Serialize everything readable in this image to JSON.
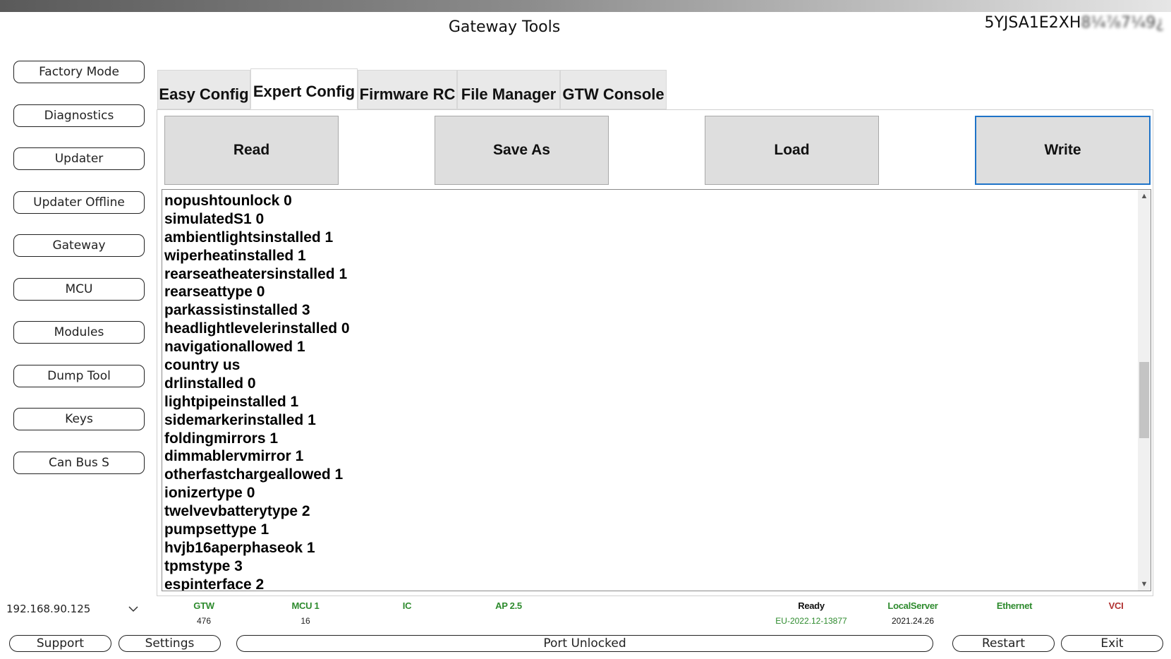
{
  "app": {
    "title": "Gateway Tools",
    "vin_visible": "5YJSA1E2XH",
    "vin_obscured": "8¼⅞7¼9¿"
  },
  "sidebar": {
    "items": [
      {
        "label": "Factory Mode"
      },
      {
        "label": "Diagnostics"
      },
      {
        "label": "Updater"
      },
      {
        "label": "Updater Offline"
      },
      {
        "label": "Gateway"
      },
      {
        "label": "MCU"
      },
      {
        "label": "Modules"
      },
      {
        "label": "Dump Tool"
      },
      {
        "label": "Keys"
      },
      {
        "label": "Can Bus S"
      }
    ]
  },
  "tabs": [
    {
      "label": "Easy Config"
    },
    {
      "label": "Expert Config"
    },
    {
      "label": "Firmware RC"
    },
    {
      "label": "File Manager"
    },
    {
      "label": "GTW Console"
    }
  ],
  "active_tab": "Expert Config",
  "actions": {
    "read": "Read",
    "save_as": "Save As",
    "load": "Load",
    "write": "Write"
  },
  "config_lines": [
    "nopushtounlock 0",
    "simulatedS1 0",
    "ambientlightsinstalled 1",
    "wiperheatinstalled 1",
    "rearseatheatersinstalled 1",
    "rearseattype 0",
    "parkassistinstalled 3",
    "headlightlevelerinstalled 0",
    "navigationallowed 1",
    "country us",
    "drlinstalled 0",
    "lightpipeinstalled 1",
    "sidemarkerinstalled 1",
    "foldingmirrors 1",
    "dimmablervmirror 1",
    "otherfastchargeallowed 1",
    "ionizertype 0",
    "twelvevbatterytype 2",
    "pumpsettype 1",
    "hvjb16aperphaseok 1",
    "tpmstype 3",
    "espinterface 2"
  ],
  "status": {
    "ip_address": "192.168.90.125",
    "cells": [
      {
        "label": "GTW",
        "sub": "476",
        "color": "#2e8b2e"
      },
      {
        "label": "MCU 1",
        "sub": "16",
        "color": "#2e8b2e"
      },
      {
        "label": "IC",
        "sub": "",
        "color": "#2e8b2e"
      },
      {
        "label": "AP 2.5",
        "sub": "",
        "color": "#2e8b2e"
      },
      {
        "label": "Ready",
        "sub": "EU-2022.12-13877",
        "color": "#111111",
        "sub_color": "#2e8b2e"
      },
      {
        "label": "LocalServer",
        "sub": "2021.24.26",
        "color": "#2e8b2e",
        "sub_color": "#111111"
      },
      {
        "label": "Ethernet",
        "sub": "",
        "color": "#2e8b2e"
      },
      {
        "label": "VCI",
        "sub": "",
        "color": "#b03030"
      }
    ]
  },
  "footer": {
    "support": "Support",
    "settings": "Settings",
    "port_status": "Port Unlocked",
    "restart": "Restart",
    "exit": "Exit"
  }
}
